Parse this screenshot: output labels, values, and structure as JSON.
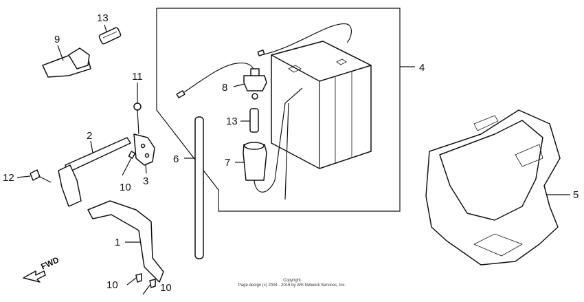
{
  "diagram": {
    "callouts": {
      "c1": "1",
      "c2": "2",
      "c3": "3",
      "c4": "4",
      "c5": "5",
      "c6": "6",
      "c7": "7",
      "c8": "8",
      "c9": "9",
      "c10a": "10",
      "c10b": "10",
      "c10c": "10",
      "c11": "11",
      "c12": "12",
      "c13a": "13",
      "c13b": "13"
    },
    "direction_label": "FWD",
    "copyright_line1": "Copyright",
    "copyright_line2": "Page design (c) 2004 - 2016 by ARI Network Services, Inc."
  }
}
